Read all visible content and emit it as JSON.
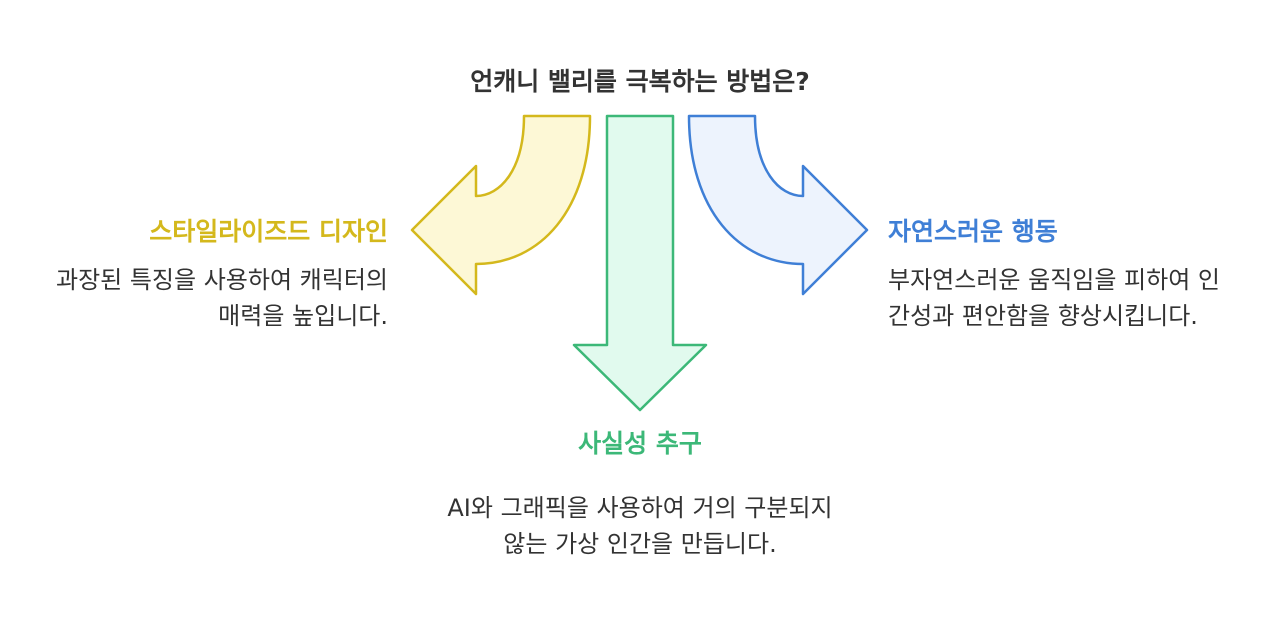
{
  "title": "언캐니 밸리를 극복하는 방법은?",
  "colors": {
    "left": "#d4b81c",
    "center": "#3cb878",
    "right": "#3f7fd6",
    "left_fill": "#fdf8d6",
    "center_fill": "#e1faee",
    "right_fill": "#edf3fd"
  },
  "branches": {
    "left": {
      "heading": "스타일라이즈드 디자인",
      "description": "과장된 특징을 사용하여 캐릭터의 매력을 높입니다."
    },
    "center": {
      "heading": "사실성 추구",
      "description": "AI와 그래픽을 사용하여 거의 구분되지 않는 가상 인간을 만듭니다."
    },
    "right": {
      "heading": "자연스러운 행동",
      "description": "부자연스러운 움직임을 피하여 인간성과 편안함을 향상시킵니다."
    }
  }
}
